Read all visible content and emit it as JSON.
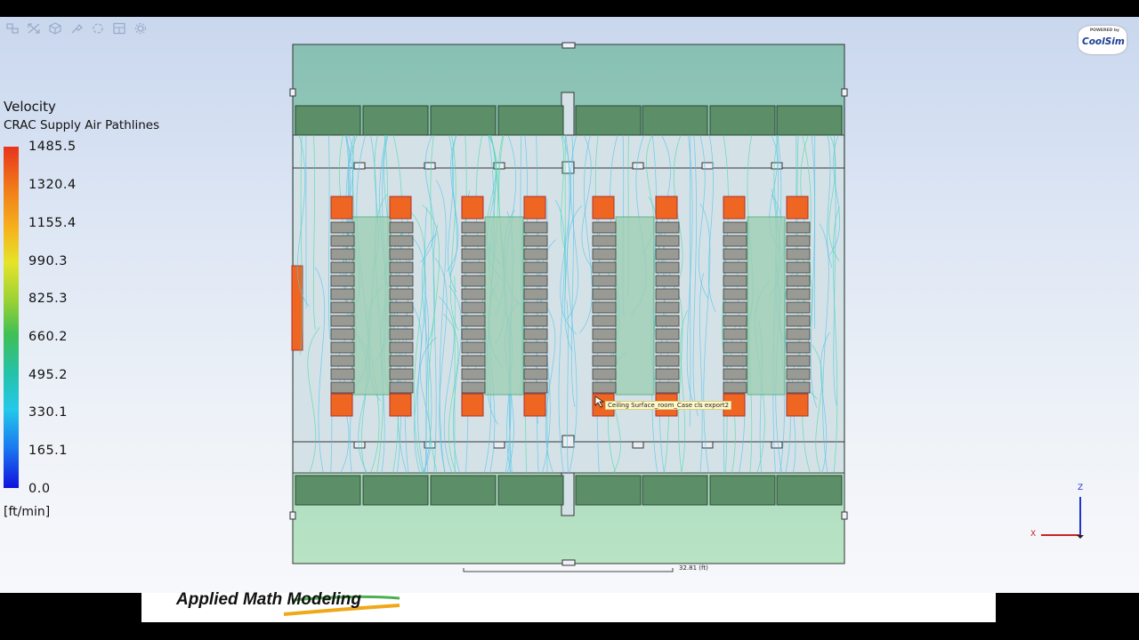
{
  "toolbar": {
    "icons": [
      "select-icon",
      "expand-icon",
      "cube-view-icon",
      "probe-icon",
      "rotate-icon",
      "frame-icon",
      "gear-icon"
    ]
  },
  "legend": {
    "title": "Velocity",
    "subtitle": "CRAC  Supply  Air  Pathlines",
    "ticks": [
      "1485.5",
      "1320.4",
      "1155.4",
      "990.3",
      "825.3",
      "660.2",
      "495.2",
      "330.1",
      "165.1",
      "0.0"
    ],
    "unit": "[ft/min]",
    "colors": [
      "#e8331e",
      "#f07a18",
      "#f6b21c",
      "#e5e42a",
      "#9bd233",
      "#3fbf55",
      "#25c2a6",
      "#24c8ea",
      "#1a7bf0",
      "#1111dd"
    ]
  },
  "logo": {
    "small_text": "POWERED by",
    "name": "CoolSim"
  },
  "scene": {
    "scale_label": "32.81  (ft)",
    "tooltip": "Ceiling Surface_room_Case cls export2",
    "colors": {
      "crac_unit": "#5c8f68",
      "rack_hot": "#ee6622",
      "server": "#9a9a94",
      "pathline_fast": "#4fd9a8",
      "pathline": "#58c4e8",
      "room_top": "#88c0b4",
      "room_bottom": "#b8e4c4"
    }
  },
  "axes": {
    "z": "Z",
    "x": "X"
  },
  "footer": {
    "brand": "Applied Math Modeling"
  }
}
